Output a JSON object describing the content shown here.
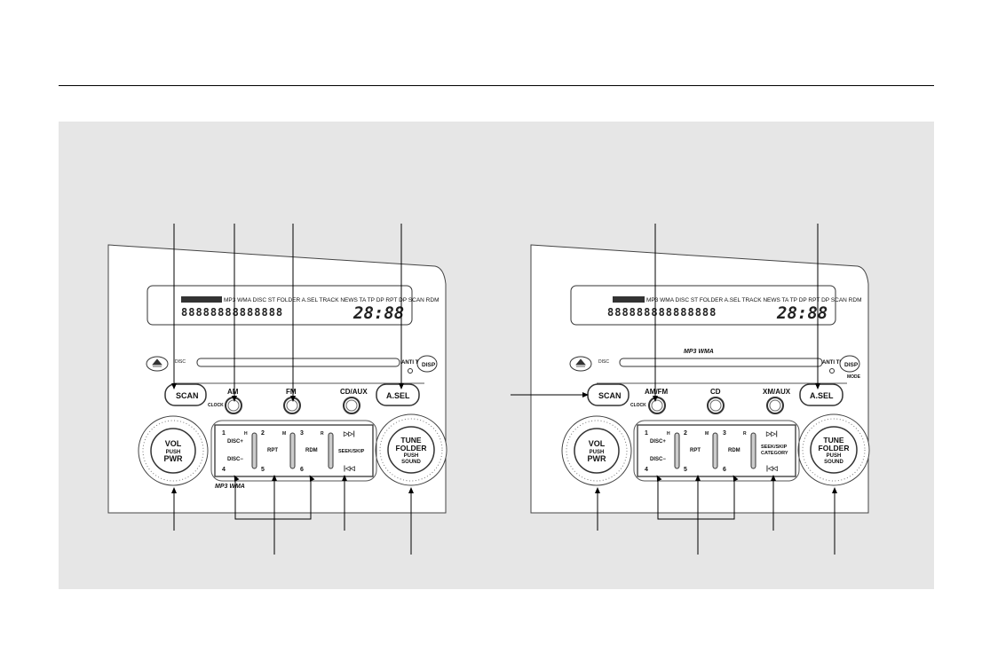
{
  "radio_left": {
    "display_line": "MP3 WMA  DISC ST FOLDER A.SEL TRACK NEWS TA TP DP RPT DP SCAN RDM",
    "clock": "28:88",
    "buttons": {
      "scan": "SCAN",
      "am": "AM",
      "fm": "FM",
      "cd_aux": "CD/AUX",
      "a_sel": "A.SEL",
      "disp": "DISP",
      "anti_theft": "ANTI THEFT",
      "clock_label": "CLOCK"
    },
    "vol_knob": [
      "VOL",
      "PUSH",
      "PWR"
    ],
    "tune_knob": [
      "TUNE",
      "FOLDER",
      "PUSH",
      "SOUND"
    ],
    "presets": {
      "p1": "1",
      "h": "H",
      "p2": "2",
      "m": "M",
      "p3": "3",
      "r": "R",
      "p4": "4",
      "p5": "5",
      "p6": "6",
      "disc_plus": "DISC+",
      "disc_minus": "DISC−",
      "rpt": "RPT",
      "rdm": "RDM",
      "seek_skip": "SEEK/SKIP"
    },
    "media_logo": "MP3 WMA"
  },
  "radio_right": {
    "display_line": "MP3 WMA  DISC ST FOLDER A.SEL TRACK NEWS TA TP DP RPT DP SCAN RDM",
    "clock": "28:88",
    "media_logo": "MP3 WMA",
    "buttons": {
      "scan": "SCAN",
      "am_fm": "AM/FM",
      "cd": "CD",
      "xm_aux": "XM/AUX",
      "a_sel": "A.SEL",
      "disp": "DISP",
      "mode": "MODE",
      "anti_theft": "ANTI THEFT",
      "clock_label": "CLOCK"
    },
    "vol_knob": [
      "VOL",
      "PUSH",
      "PWR"
    ],
    "tune_knob": [
      "TUNE",
      "FOLDER",
      "PUSH",
      "SOUND"
    ],
    "presets": {
      "p1": "1",
      "h": "H",
      "p2": "2",
      "m": "M",
      "p3": "3",
      "r": "R",
      "p4": "4",
      "p5": "5",
      "p6": "6",
      "disc_plus": "DISC+",
      "disc_minus": "DISC−",
      "rpt": "RPT",
      "rdm": "RDM",
      "seek_skip": "SEEK/SKIP",
      "category": "CATEGORY"
    }
  }
}
